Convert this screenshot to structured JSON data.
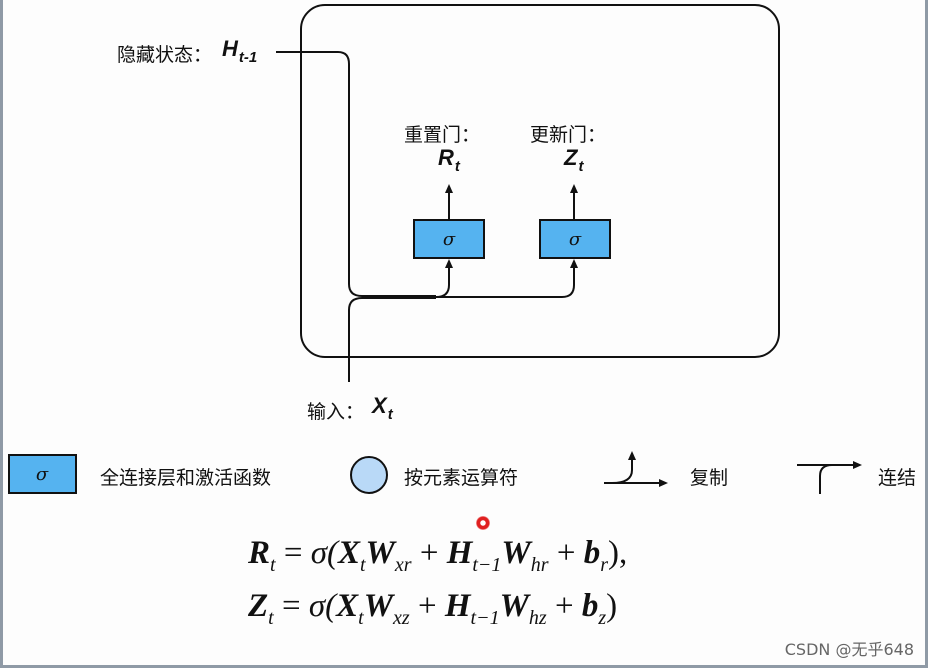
{
  "diagram": {
    "hidden_state": {
      "label": "隐藏状态：",
      "symbol": "H",
      "sub": "t-1"
    },
    "reset_gate": {
      "label": "重置门：",
      "symbol": "R",
      "sub": "t",
      "fn": "σ"
    },
    "update_gate": {
      "label": "更新门：",
      "symbol": "Z",
      "sub": "t",
      "fn": "σ"
    },
    "input": {
      "label": "输入：",
      "symbol": "X",
      "sub": "t"
    }
  },
  "legend": {
    "fc_box_symbol": "σ",
    "fc_label": "全连接层和激活函数",
    "elementwise_label": "按元素运算符",
    "copy_label": "复制",
    "concat_label": "连结"
  },
  "equations": {
    "r": {
      "lhs": "R",
      "lhs_sub": "t",
      "sigma": "σ(",
      "x": "X",
      "x_sub": "t",
      "wx": "W",
      "wx_sub": "xr",
      "plus1": " + ",
      "h": "H",
      "h_sub": "t−1",
      "wh": "W",
      "wh_sub": "hr",
      "plus2": " + ",
      "b": "b",
      "b_sub": "r",
      "tail": "),"
    },
    "z": {
      "lhs": "Z",
      "lhs_sub": "t",
      "sigma": "σ(",
      "x": "X",
      "x_sub": "t",
      "wx": "W",
      "wx_sub": "xz",
      "plus1": " + ",
      "h": "H",
      "h_sub": "t−1",
      "wh": "W",
      "wh_sub": "hz",
      "plus2": " + ",
      "b": "b",
      "b_sub": "z",
      "tail": ")"
    }
  },
  "watermark": "CSDN @无乎648",
  "colors": {
    "gate_fill": "#55b3f0",
    "operator_fill": "#b9d9f7",
    "stroke": "#111111"
  }
}
